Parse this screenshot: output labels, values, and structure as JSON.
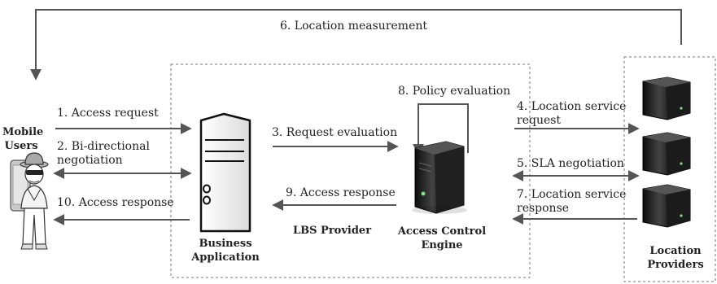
{
  "labels": {
    "mobile_users": [
      "Mobile",
      "Users"
    ],
    "business_application": [
      "Business",
      "Application"
    ],
    "access_control_engine": [
      "Access Control",
      "Engine"
    ],
    "location_providers": [
      "Location",
      "Providers"
    ],
    "lbs_provider": "LBS Provider"
  },
  "steps": {
    "s1": "1. Access request",
    "s2": [
      "2. Bi-directional",
      "negotiation"
    ],
    "s3": "3. Request evaluation",
    "s4": [
      "4. Location service",
      "request"
    ],
    "s5": "5. SLA negotiation",
    "s6": "6. Location measurement",
    "s7": [
      "7. Location service",
      "response"
    ],
    "s8": "8. Policy evaluation",
    "s9": "9. Access response",
    "s10": "10. Access response"
  },
  "colors": {
    "arrow": "#555555",
    "boundary": "#777777",
    "server_dark": "#1e1e1e",
    "server_light": "#f2f2f2"
  },
  "icons": [
    "user-icon",
    "server-icon",
    "server-icon",
    "server-icon",
    "server-icon",
    "server-icon"
  ]
}
